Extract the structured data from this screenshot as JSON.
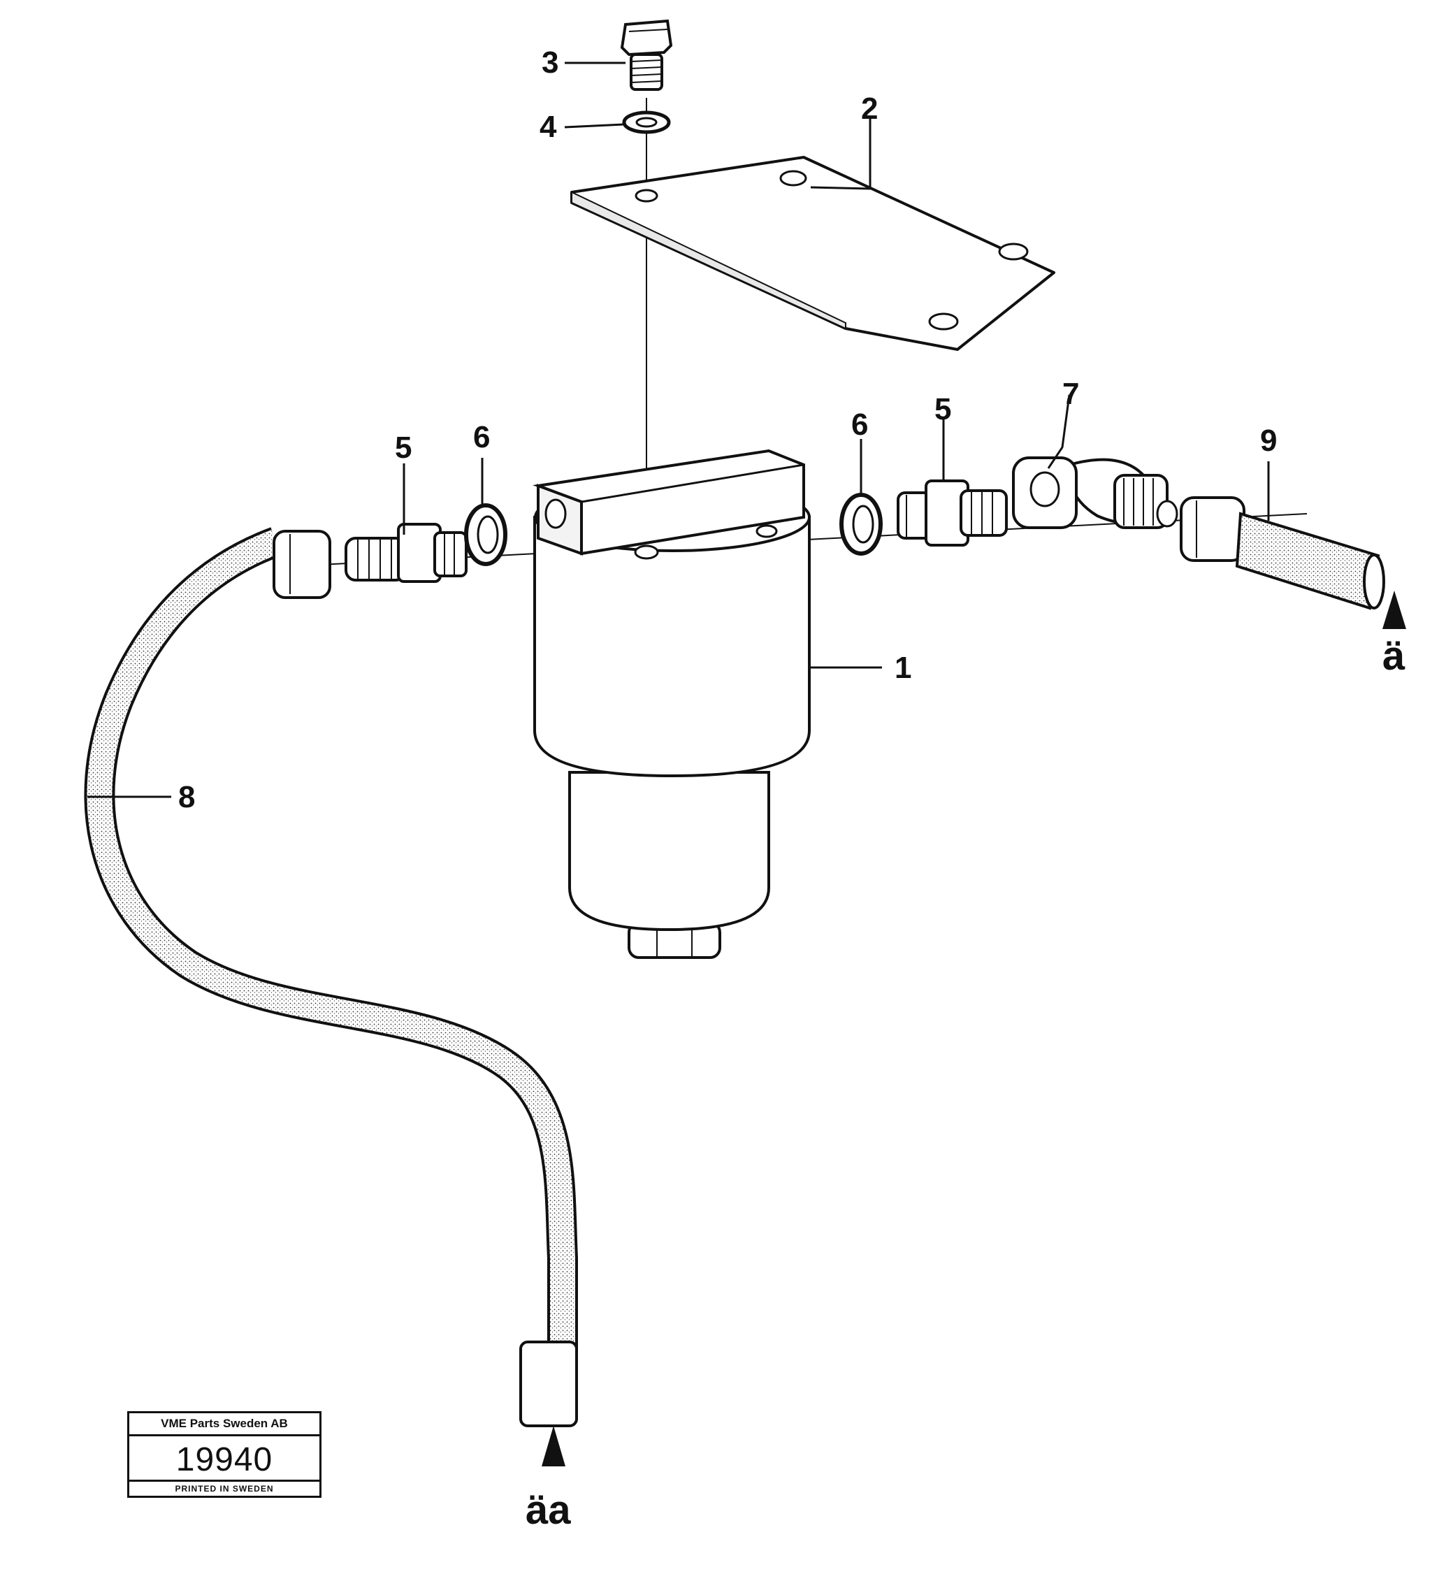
{
  "callouts": {
    "c1": "1",
    "c2": "2",
    "c3": "3",
    "c4": "4",
    "c5_left": "5",
    "c5_right": "5",
    "c6_left": "6",
    "c6_right": "6",
    "c7": "7",
    "c8": "8",
    "c9": "9"
  },
  "flow_markers": {
    "right": "ä",
    "bottom": "äa"
  },
  "stamp": {
    "company": "VME Parts Sweden AB",
    "number": "19940",
    "printed": "PRINTED IN SWEDEN"
  }
}
